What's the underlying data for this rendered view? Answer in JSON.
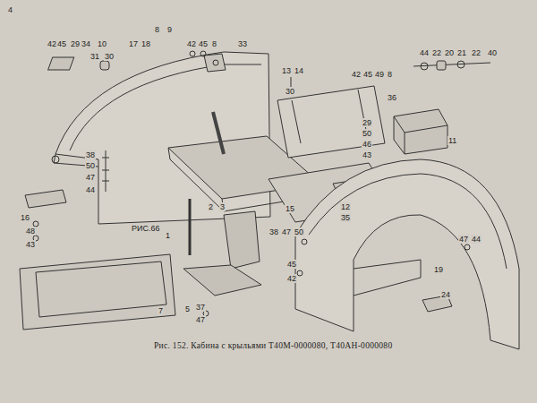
{
  "diagram": {
    "caption": "Рис. 152. Кабина с крыльями Т40М-0000080, Т40АН-0000080",
    "labels": [
      "4",
      "42",
      "45",
      "29",
      "34",
      "10",
      "8",
      "9",
      "17",
      "18",
      "42",
      "45",
      "8",
      "33",
      "31",
      "30",
      "13",
      "14",
      "30",
      "44",
      "22",
      "20",
      "21",
      "22",
      "40",
      "42",
      "45",
      "49",
      "8",
      "36",
      "29",
      "50",
      "46",
      "43",
      "11",
      "38",
      "50",
      "47",
      "44",
      "2",
      "3",
      "15",
      "12",
      "35",
      "16",
      "48",
      "43",
      "РИС.66",
      "1",
      "38",
      "47",
      "50",
      "47",
      "44",
      "45",
      "42",
      "19",
      "24",
      "7",
      "5",
      "37",
      "47"
    ]
  }
}
